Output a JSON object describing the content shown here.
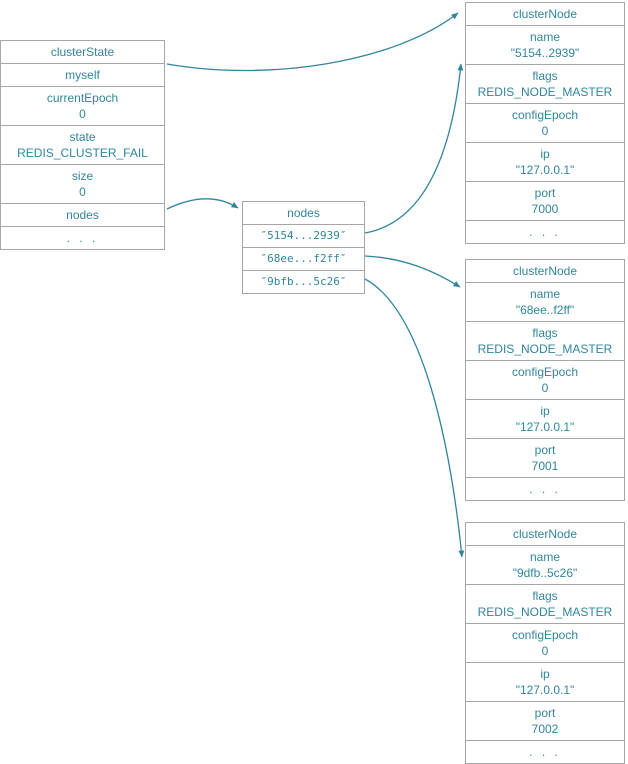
{
  "colors": {
    "text": "#31859b",
    "border": "#a6a6a6",
    "arrow": "#31859b",
    "background": "#ffffff"
  },
  "cluster_state": {
    "title": "clusterState",
    "rows": [
      {
        "label": "myself"
      },
      {
        "label": "currentEpoch",
        "value": "0"
      },
      {
        "label": "state",
        "value": "REDIS_CLUSTER_FAIL"
      },
      {
        "label": "size",
        "value": "0"
      },
      {
        "label": "nodes"
      },
      {
        "label": ". . ."
      }
    ]
  },
  "nodes_dict": {
    "title": "nodes",
    "entries": [
      "″5154...2939″",
      "″68ee...f2ff″",
      "″9bfb...5c26″"
    ]
  },
  "cluster_nodes": [
    {
      "title": "clusterNode",
      "rows": [
        {
          "label": "name",
          "value": "\"5154..2939\""
        },
        {
          "label": "flags",
          "value": "REDIS_NODE_MASTER"
        },
        {
          "label": "configEpoch",
          "value": "0"
        },
        {
          "label": "ip",
          "value": "\"127.0.0.1\""
        },
        {
          "label": "port",
          "value": "7000"
        },
        {
          "label": ". . ."
        }
      ]
    },
    {
      "title": "clusterNode",
      "rows": [
        {
          "label": "name",
          "value": "\"68ee..f2ff\""
        },
        {
          "label": "flags",
          "value": "REDIS_NODE_MASTER"
        },
        {
          "label": "configEpoch",
          "value": "0"
        },
        {
          "label": "ip",
          "value": "\"127.0.0.1\""
        },
        {
          "label": "port",
          "value": "7001"
        },
        {
          "label": ". . ."
        }
      ]
    },
    {
      "title": "clusterNode",
      "rows": [
        {
          "label": "name",
          "value": "\"9dfb..5c26\""
        },
        {
          "label": "flags",
          "value": "REDIS_NODE_MASTER"
        },
        {
          "label": "configEpoch",
          "value": "0"
        },
        {
          "label": "ip",
          "value": "\"127.0.0.1\""
        },
        {
          "label": "port",
          "value": "7002"
        },
        {
          "label": ". . ."
        }
      ]
    }
  ]
}
